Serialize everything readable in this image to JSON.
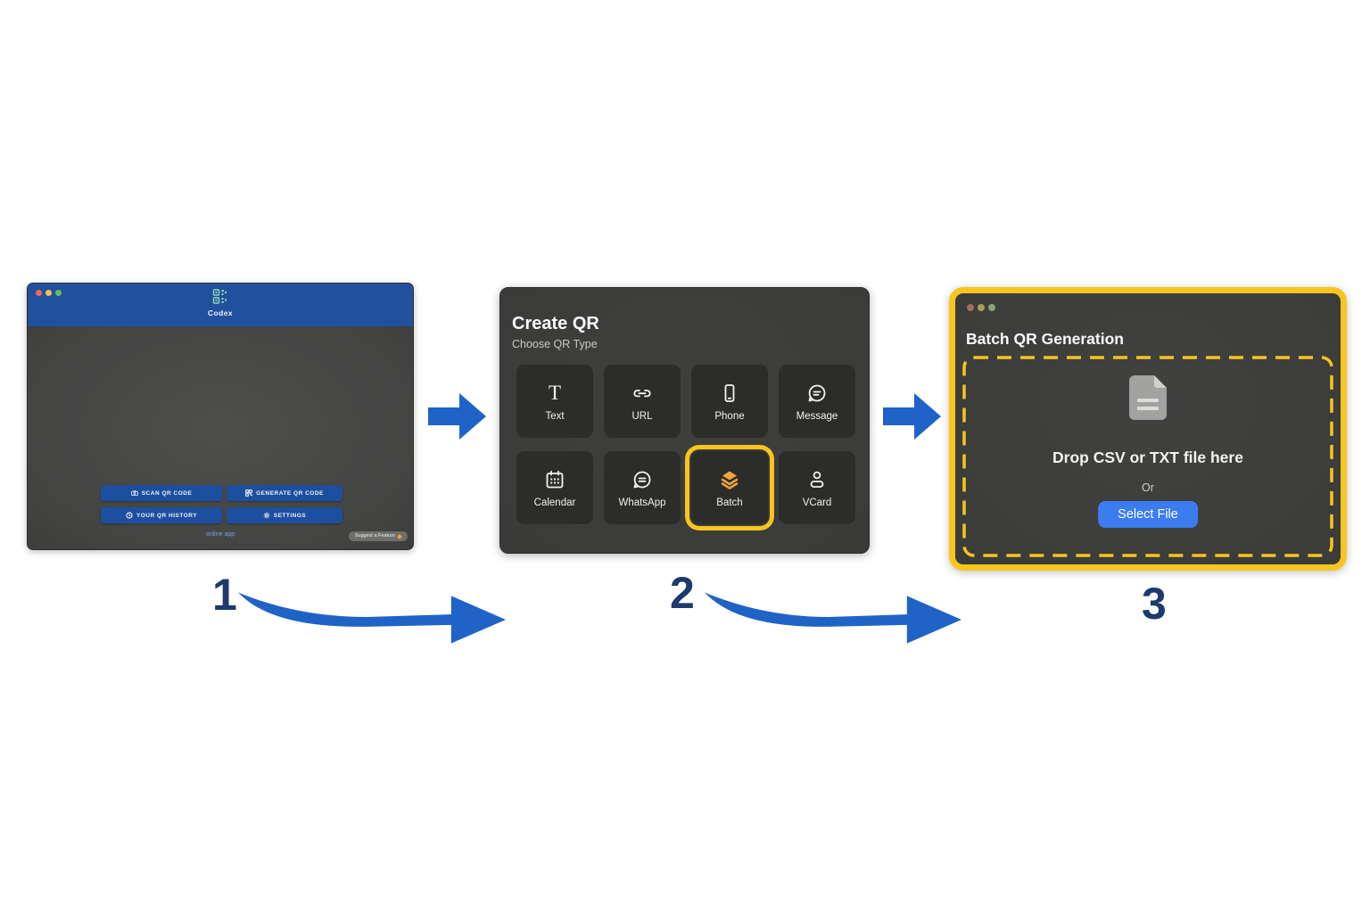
{
  "colors": {
    "arrow_blue": "#2063c6",
    "number_navy": "#1d3a6c",
    "highlight_yellow": "#f6c51f",
    "batch_orange": "#f2a33c",
    "select_file_blue": "#3b7cf0",
    "codex_header_blue": "#21509e",
    "codex_button_blue": "#1d4fa0",
    "codex_logo_teal": "#8fd9b8"
  },
  "step_labels": {
    "one": "1",
    "two": "2",
    "three": "3"
  },
  "step1": {
    "app_title": "Codex",
    "buttons": [
      {
        "label": "SCAN QR CODE",
        "icon": "camera-icon"
      },
      {
        "label": "GENERATE QR CODE",
        "icon": "qr-icon"
      },
      {
        "label": "YOUR QR HISTORY",
        "icon": "clock-icon"
      },
      {
        "label": "SETTINGS",
        "icon": "gear-icon"
      }
    ],
    "footer_link": "online app",
    "feature_badge": "Suggest a Feature"
  },
  "step2": {
    "title": "Create QR",
    "subtitle": "Choose QR Type",
    "tiles": [
      {
        "label": "Text",
        "icon": "text-icon"
      },
      {
        "label": "URL",
        "icon": "link-icon"
      },
      {
        "label": "Phone",
        "icon": "phone-icon"
      },
      {
        "label": "Message",
        "icon": "message-icon"
      },
      {
        "label": "Calendar",
        "icon": "calendar-icon"
      },
      {
        "label": "WhatsApp",
        "icon": "whatsapp-icon"
      },
      {
        "label": "Batch",
        "icon": "batch-layers-icon",
        "highlighted": true
      },
      {
        "label": "VCard",
        "icon": "vcard-person-icon"
      }
    ]
  },
  "step3": {
    "title": "Batch QR Generation",
    "drop_text": "Drop CSV or TXT file here",
    "or_text": "Or",
    "select_file": "Select File"
  }
}
